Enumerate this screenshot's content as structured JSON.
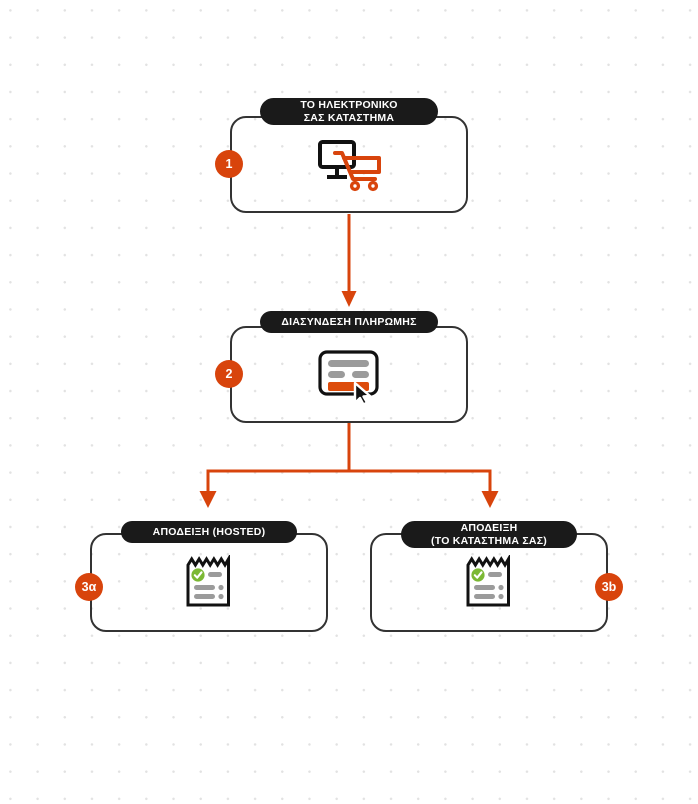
{
  "theme": {
    "accent": "#d8440c",
    "ink": "#1a1a1a",
    "card_border": "#333333",
    "dot": "#e2e2e2",
    "gray": "#9b9b9b",
    "green": "#7bb834",
    "background": "#ffffff"
  },
  "diagram": {
    "type": "flowchart",
    "orientation": "top-down",
    "nodes": [
      {
        "id": "step1",
        "badge": "1",
        "badge_side": "left",
        "title": "ΤΟ ΗΛΕΚΤΡΟΝΙΚΟ\nΣΑΣ ΚΑΤΑΣΤΗΜΑ",
        "icon": "online-store-cart-icon"
      },
      {
        "id": "step2",
        "badge": "2",
        "badge_side": "left",
        "title": "ΔΙΑΣΥΝΔΕΣΗ ΠΛΗΡΩΜΗΣ",
        "icon": "payment-card-cursor-icon"
      },
      {
        "id": "step3a",
        "badge": "3α",
        "badge_side": "left",
        "title": "ΑΠΟΔΕΙΞΗ (HOSTED)",
        "icon": "receipt-check-icon"
      },
      {
        "id": "step3b",
        "badge": "3b",
        "badge_side": "right",
        "title": "ΑΠΟΔΕΙΞΗ\n(ΤΟ ΚΑΤΑΣΤΗΜΑ ΣΑΣ)",
        "icon": "receipt-check-icon"
      }
    ],
    "edges": [
      {
        "from": "step1",
        "to": "step2",
        "style": "straight-arrow-down"
      },
      {
        "from": "step2",
        "to": "step3a",
        "style": "branch-arrow-down-left"
      },
      {
        "from": "step2",
        "to": "step3b",
        "style": "branch-arrow-down-right"
      }
    ]
  }
}
